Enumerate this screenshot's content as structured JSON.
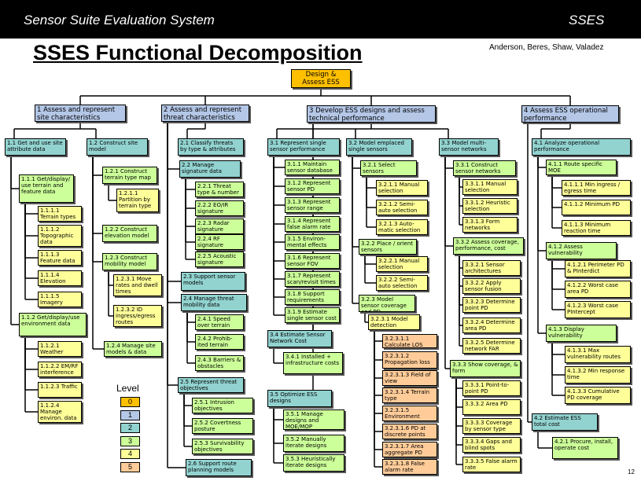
{
  "header": {
    "app_title": "Sensor Suite Evaluation System",
    "short_title": "SSES"
  },
  "slide": {
    "title": "SSES Functional Decomposition",
    "authors": "Anderson, Beres, Shaw, Valadez",
    "page_number": "12"
  },
  "legend": {
    "title": "Level",
    "levels": [
      "0",
      "1",
      "2",
      "3",
      "4",
      "5"
    ]
  },
  "level_colors": {
    "0": "#ffc000",
    "1": "#b4c7e7",
    "2": "#92d3d0",
    "3": "#ccff99",
    "4": "#ffff99",
    "5": "#ffcc99"
  },
  "nodes": {
    "root": "Design & Assess ESS",
    "n1": "1 Assess and represent site characteristics",
    "n2": "2 Assess and represent threat characteristics",
    "n3": "3 Develop ESS designs and assess technical performance",
    "n4": "4 Assess ESS operational performance",
    "n1_1": "1.1 Get and use site attribute data",
    "n1_1_1": "1.1.1 Get/display/ use terrain and feature data",
    "n1_1_1_1": "1.1.1.1 Terrain types",
    "n1_1_1_2": "1.1.1.2 Topographic data",
    "n1_1_1_3": "1.1.1.3 Feature data",
    "n1_1_1_4": "1.1.1.4 Elevation data",
    "n1_1_1_5": "1.1.1.5 Imagery",
    "n1_1_2": "1.1.2 Get/display/use environment data",
    "n1_1_2_1": "1.1.2.1 Weather",
    "n1_1_2_2": "1.1.2.2 EM/RF interference",
    "n1_1_2_3": "1.1.2.3 Traffic",
    "n1_1_2_4": "1.1.2.4 Manage environ. data",
    "n1_2": "1.2 Construct site model",
    "n1_2_1": "1.2.1 Construct terrain type map",
    "n1_2_1_1": "1.2.1.1 Partition by terrain type",
    "n1_2_2": "1.2.2 Construct elevation model",
    "n1_2_3": "1.2.3 Construct mobility model",
    "n1_2_3_1": "1.2.3.1 Move rates and dwell times",
    "n1_2_3_2": "1.2.3.2 ID ingress/egress routes",
    "n1_2_4": "1.2.4 Manage site models & data",
    "n2_1": "2.1 Classify threats by type & attributes",
    "n2_2": "2.2 Manage signature data",
    "n2_2_1": "2.2.1 Threat type & number",
    "n2_2_2": "2.2.2 EO/IR signature",
    "n2_2_3": "2.2.3 Radar signature",
    "n2_2_4": "2.2.4 RF signature",
    "n2_2_5": "2.2.5 Acoustic signature",
    "n2_3": "2.3 Support sensor models",
    "n2_4": "2.4 Manage threat mobility data",
    "n2_4_1": "2.4.1 Speed over terrain",
    "n2_4_2": "2.4.2 Prohib-ited terrain",
    "n2_4_3": "2.4.3 Barriers & obstacles",
    "n2_5": "2.5 Represent threat objectives",
    "n2_5_1": "2.5.1 Intrusion objectives",
    "n2_5_2": "2.5.2 Covertness posture",
    "n2_5_3": "2.5.3 Survivability objectives",
    "n2_6": "2.6 Support route planning models",
    "n3_1": "3.1 Represent single sensor performance",
    "n3_1_1": "3.1.1 Maintain sensor database",
    "n3_1_2": "3.1.2 Represent sensor PD",
    "n3_1_3": "3.1.3 Represent sensor range",
    "n3_1_4": "3.1.4 Represent false alarm rate",
    "n3_1_5": "3.1.5 Environ-mental effects",
    "n3_1_6": "3.1.6 Represent sensor FOV",
    "n3_1_7": "3.1.7 Represent scan/revisit times",
    "n3_1_8": "3.1.8 Support requirements",
    "n3_1_9": "3.1.9 Estimate single sensor cost",
    "n3_2": "3.2 Model emplaced single sensors",
    "n3_2_1": "3.2.1 Select sensors",
    "n3_2_1_1": "3.2.1.1 Manual selection",
    "n3_2_1_2": "3.2.1.2 Semi-auto selection",
    "n3_2_1_3": "3.2.1.3 Auto-matic selection",
    "n3_2_2": "3.2.2 Place / orient sensors",
    "n3_2_2_1": "3.2.2.1 Manual selection",
    "n3_2_2_2": "3.2.2.2 Semi-auto selection",
    "n3_2_3": "3.2.3 Model sensor coverage and PD",
    "n3_2_3_1": "3.2.3.1 Model detection",
    "n3_2_3_1_1": "3.2.3.1.1 Calculate LOS",
    "n3_2_3_1_2": "3.2.3.1.2 Propagation loss",
    "n3_2_3_1_3": "3.2.3.1.3 Field of view",
    "n3_2_3_1_4": "3.2.3.1.4 Terrain type",
    "n3_2_3_1_5": "3.2.3.1.5 Environment",
    "n3_2_3_1_6": "3.2.3.1.6 PD at discrete points",
    "n3_2_3_1_7": "3.2.3.1.7 Area aggregate PD",
    "n3_2_3_1_8": "3.2.3.1.8 False alarm rate",
    "n3_3": "3.3 Model multi-sensor networks",
    "n3_3_1": "3.3.1 Construct sensor networks",
    "n3_3_1_1": "3.3.1.1 Manual selection",
    "n3_3_1_2": "3.3.1.2 Heuristic selection",
    "n3_3_1_3": "3.3.1.3 Form networks",
    "n3_3_2": "3.3.2 Assess coverage, performance, cost",
    "n3_3_2_1": "3.3.2.1 Sensor architectures",
    "n3_3_2_2": "3.3.2.2 Apply sensor fusion",
    "n3_3_2_3": "3.3.2.3 Determine point PD",
    "n3_3_2_4": "3.3.2.4 Determine area PD",
    "n3_3_2_5": "3.3.2.5 Determine network FAR",
    "n3_3_3": "3.3.3 Show coverage, & form",
    "n3_3_3_1": "3.3.3.1 Point-to-point PD",
    "n3_3_3_2": "3.3.3.2 Area PD",
    "n3_3_3_3": "3.3.3.3 Coverage by sensor type",
    "n3_3_3_4": "3.3.3.4 Gaps and blind spots",
    "n3_3_3_5": "3.3.3.5 False alarm rate",
    "n3_4": "3.4 Estimate Sensor Network Cost",
    "n3_4_1": "3.4.1 Installed + infrastructure costs",
    "n3_5": "3.5 Optimize ESS designs",
    "n3_5_1": "3.5.1 Manage designs and MOE/MOP",
    "n3_5_2": "3.5.2 Manually iterate designs",
    "n3_5_3": "3.5.3 Heuristically iterate designs",
    "n4_1": "4.1 Analyze operational performance",
    "n4_1_1": "4.1.1 Route specific MOE",
    "n4_1_1_1": "4.1.1.1 Min ingress / egress time",
    "n4_1_1_2": "4.1.1.2 Minimum PD",
    "n4_1_1_3": "4.1.1.3 Minimum reaction time",
    "n4_1_2": "4.1.2 Assess vulnerability",
    "n4_1_2_1": "4.1.2.1 Perimeter PD & PInterdict",
    "n4_1_2_2": "4.1.2.2 Worst case area PD",
    "n4_1_2_3": "4.1.2.3 Worst case PIntercept",
    "n4_1_3": "4.1.3 Display vulnerability",
    "n4_1_3_1": "4.1.3.1 Max vulnerability routes",
    "n4_1_3_2": "4.1.3.2 Min response time",
    "n4_1_3_3": "4.1.3.3 Cumulative PD coverage",
    "n4_2": "4.2 Estimate ESS total cost",
    "n4_2_1": "4.2.1 Procure, install, operate cost"
  }
}
